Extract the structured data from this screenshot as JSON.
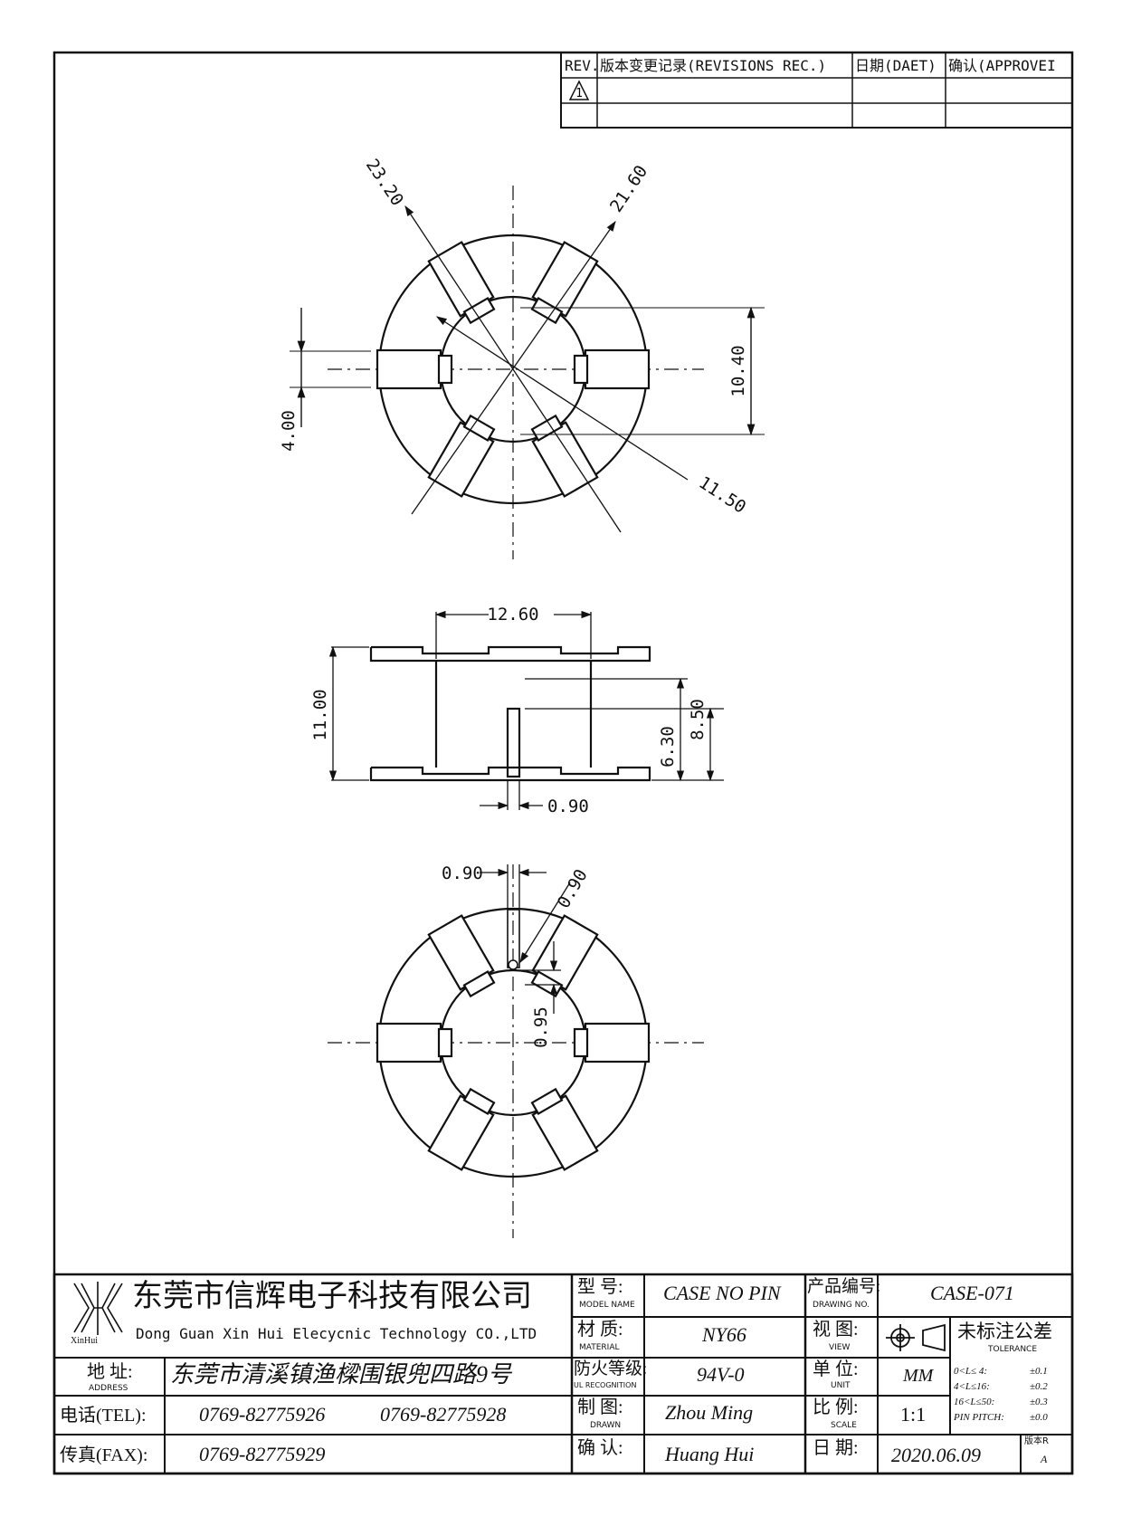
{
  "revision_table": {
    "headers": [
      "REV.",
      "版本变更记录(REVISIONS REC.)",
      "日期(DAET)",
      "确认(APPROVEI"
    ],
    "rev_mark": "1"
  },
  "top_view": {
    "dims": {
      "d_outer": "23.20",
      "d_flange": "21.60",
      "d_inner": "11.50",
      "h_total": "10.40",
      "slot_w": "4.00"
    }
  },
  "side_view": {
    "dims": {
      "width": "12.60",
      "height": "11.00",
      "h_winding": "8.50",
      "h_pin": "6.30",
      "pin_w": "0.90"
    }
  },
  "bottom_view": {
    "dims": {
      "pin_w": "0.90",
      "pin_diag": "0.90",
      "pin_offset": "0.95"
    }
  },
  "title_block": {
    "company_cn": "东莞市信辉电子科技有限公司",
    "company_en": "Dong Guan Xin Hui Elecycnic Technology CO.,LTD",
    "logo_text": "XinHui",
    "address_label": "地  址:",
    "address_label_en": "ADDRESS",
    "address": "东莞市清溪镇渔樑围银兜四路9号",
    "tel_label": "电话(TEL):",
    "tel1": "0769-82775926",
    "tel2": "0769-82775928",
    "fax_label": "传真(FAX):",
    "fax": "0769-82775929",
    "model_label": "型  号:",
    "model_label_en": "MODEL NAME",
    "model": "CASE NO PIN",
    "material_label": "材  质:",
    "material_label_en": "MATERIAL",
    "material": "NY66",
    "flame_label": "防火等级:",
    "flame_label_en": "UL RECOGNITION",
    "flame": "94V-0",
    "drawn_label": "制  图:",
    "drawn_label_en": "DRAWN",
    "drawn": "Zhou Ming",
    "confirm_label": "确  认:",
    "confirm": "Huang Hui",
    "product_no_label": "产品编号:",
    "product_no_label_en": "DRAWING NO.",
    "product_no": "CASE-071",
    "view_label": "视  图:",
    "view_label_en": "VIEW",
    "tolerance_label": "未标注公差",
    "tolerance_label_en": "TOLERANCE",
    "unit_label": "单  位:",
    "unit_label_en": "UNIT",
    "unit": "MM",
    "scale_label": "比  例:",
    "scale_label_en": "SCALE",
    "scale": "1:1",
    "date_label": "日  期:",
    "date": "2020.06.09",
    "version_label": "版本R",
    "version": "A",
    "tolerances": [
      {
        "range": "0<L≤ 4:",
        "value": "±0.1"
      },
      {
        "range": "4<L≤16:",
        "value": "±0.2"
      },
      {
        "range": "16<L≤50:",
        "value": "±0.3"
      },
      {
        "range": "PIN PITCH:",
        "value": "±0.0"
      }
    ]
  }
}
